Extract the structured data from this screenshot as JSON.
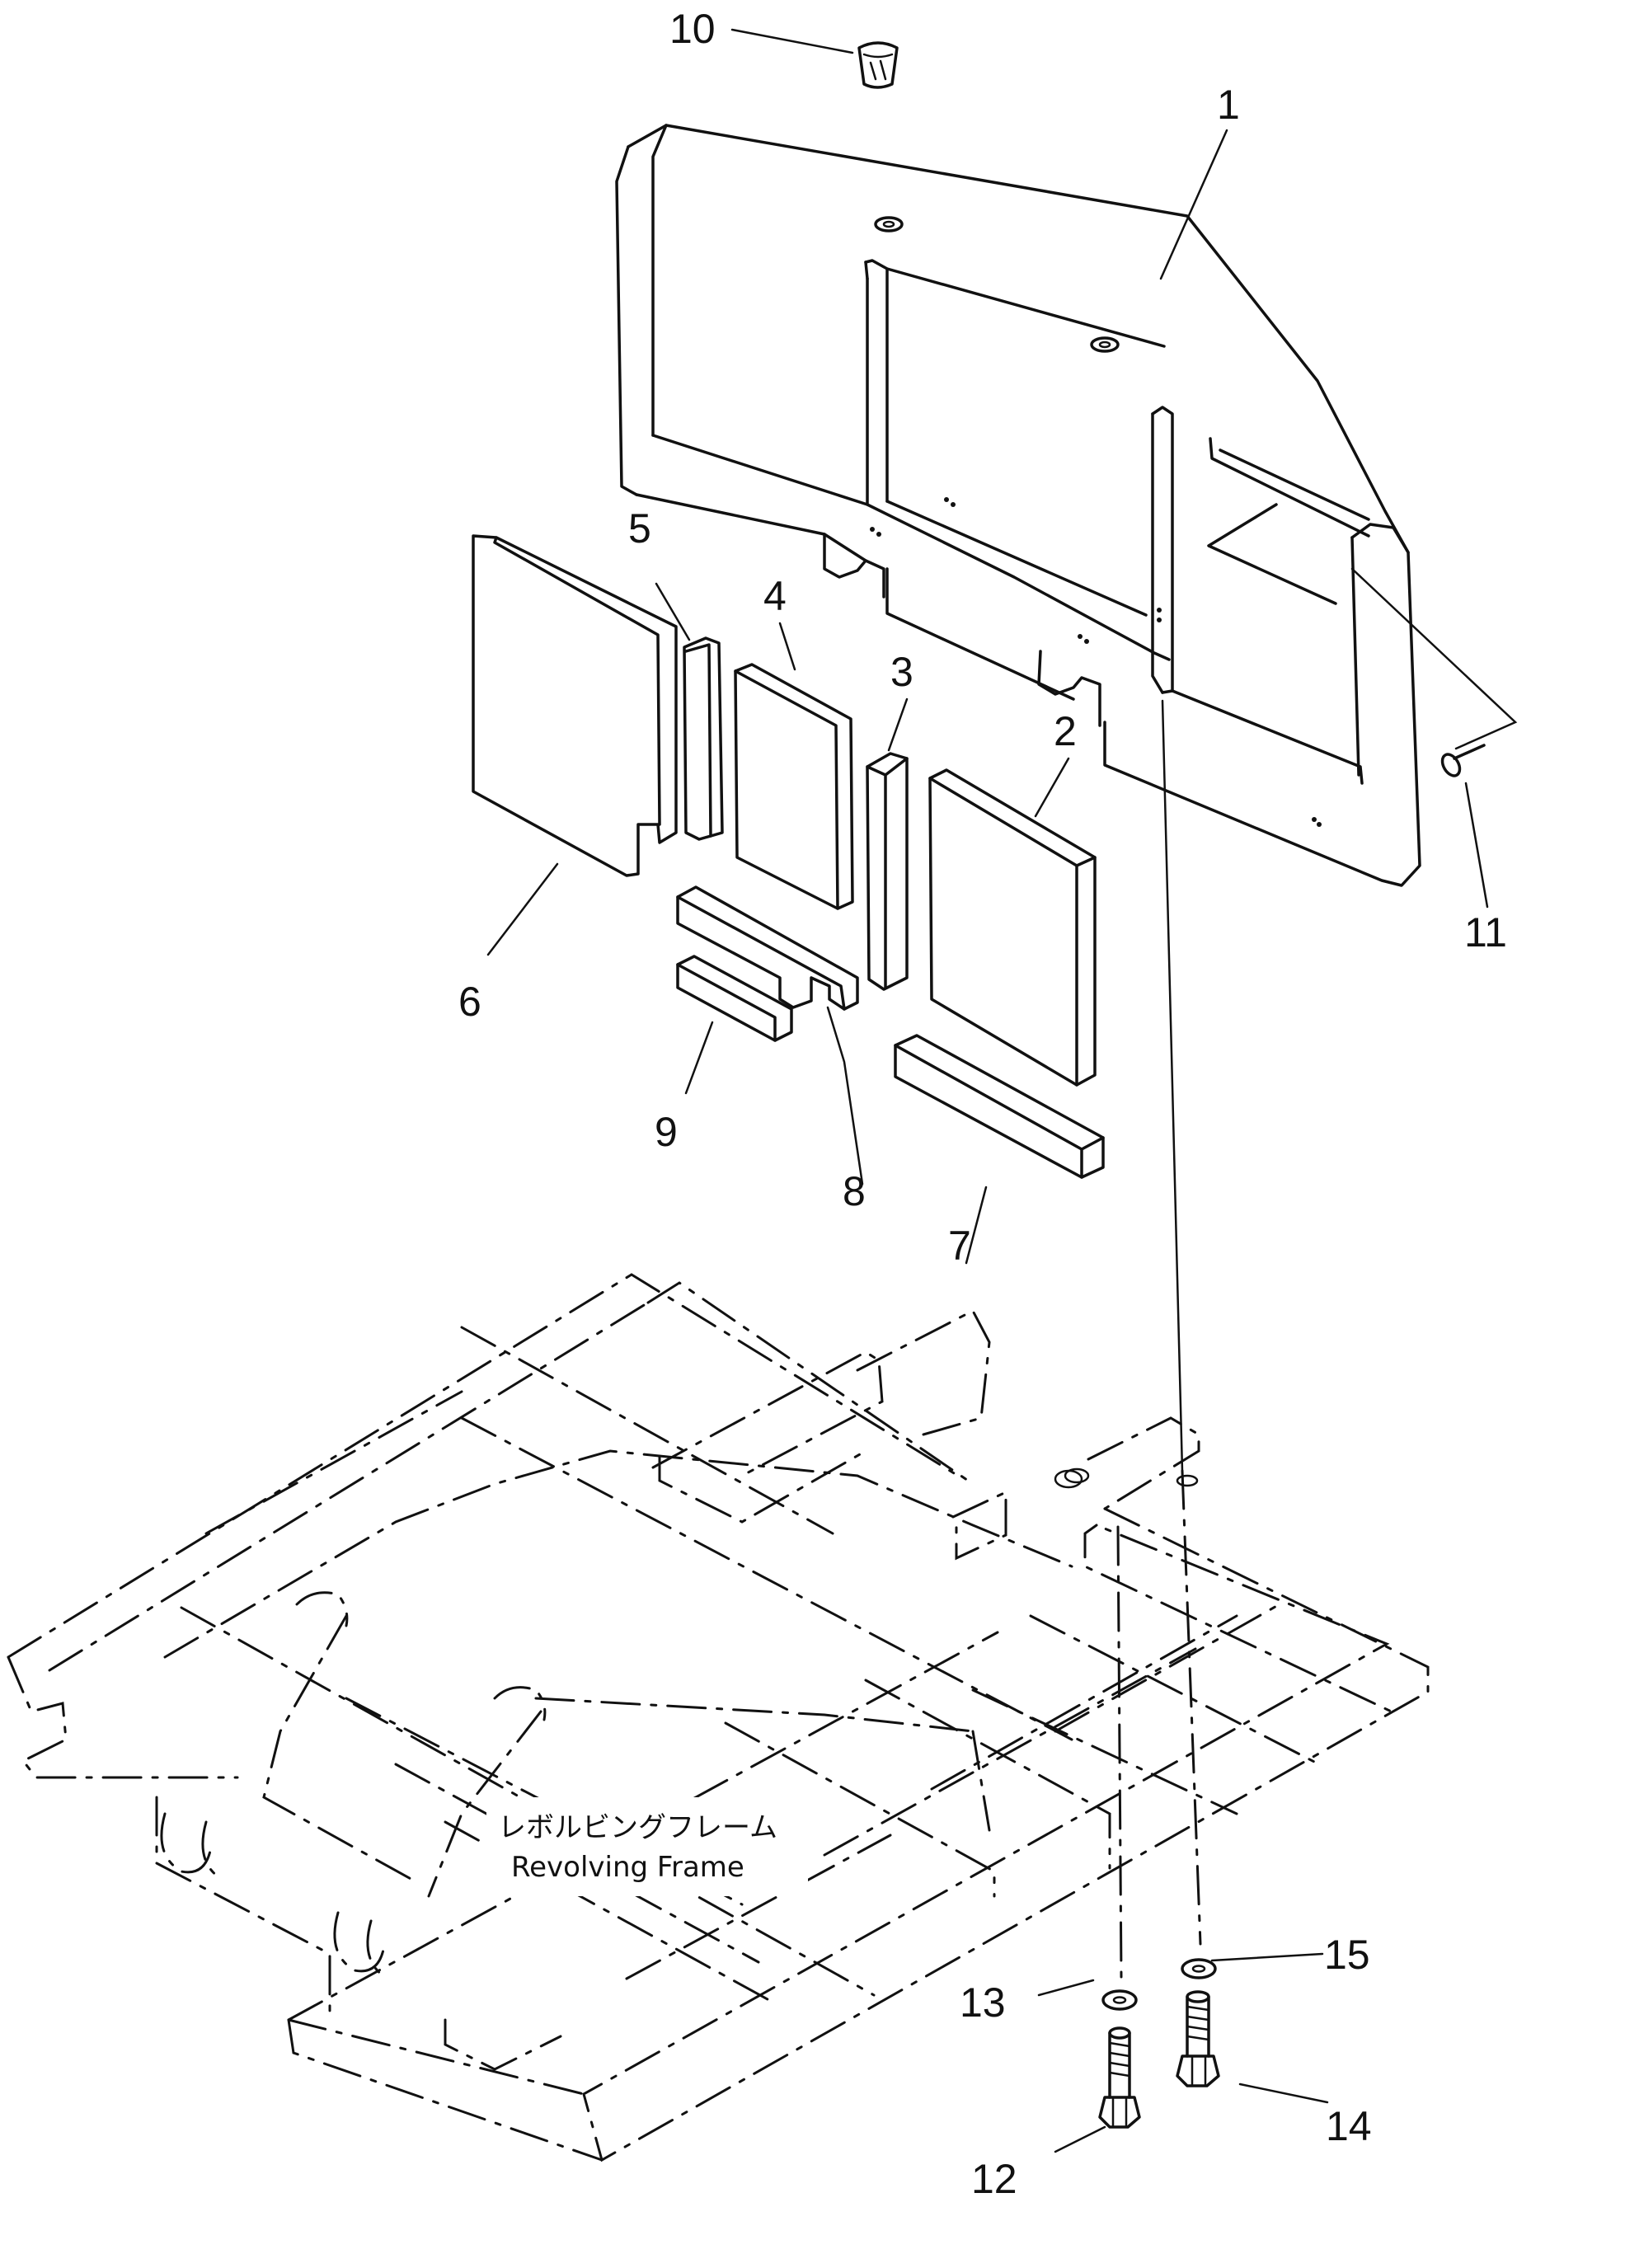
{
  "callouts": {
    "p1": "1",
    "p2": "2",
    "p3": "3",
    "p4": "4",
    "p5": "5",
    "p6": "6",
    "p7": "7",
    "p8": "8",
    "p9": "9",
    "p10": "10",
    "p11": "11",
    "p12": "12",
    "p13": "13",
    "p14": "14",
    "p15": "15"
  },
  "frame_label": {
    "japanese": "レボルビングフレーム",
    "english": "Revolving Frame"
  }
}
